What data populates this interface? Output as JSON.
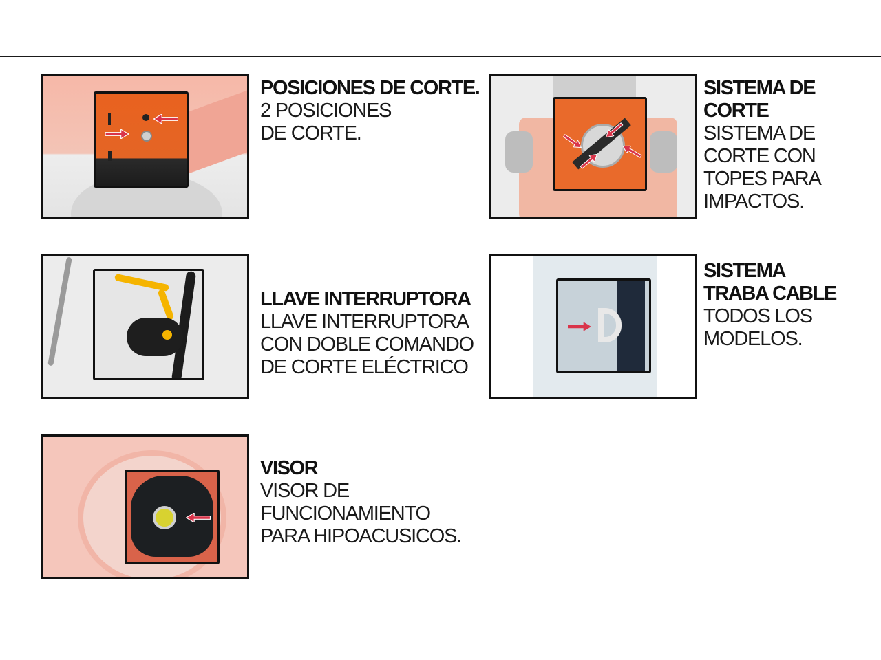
{
  "features": [
    {
      "id": "cutting-positions",
      "title": "POSICIONES DE CORTE.",
      "description": "2 POSICIONES\nDE CORTE."
    },
    {
      "id": "cutting-system",
      "title": "SISTEMA DE\nCORTE",
      "description": "SISTEMA DE\nCORTE CON\nTOPES PARA\nIMPACTOS."
    },
    {
      "id": "switch-key",
      "title": "LLAVE INTERRUPTORA",
      "description": "LLAVE INTERRUPTORA\nCON DOBLE COMANDO\nDE CORTE ELÉCTRICO"
    },
    {
      "id": "cable-lock",
      "title": "SISTEMA\nTRABA CABLE",
      "description": "TODOS LOS\nMODELOS."
    },
    {
      "id": "viewer",
      "title": "VISOR",
      "description": "VISOR DE\nFUNCIONAMIENTO\nPARA HIPOACUSICOS."
    }
  ],
  "colors": {
    "orange": "#e8622c",
    "arrow_red": "#d9344a",
    "yellow": "#f5b400",
    "frame": "#111111"
  }
}
